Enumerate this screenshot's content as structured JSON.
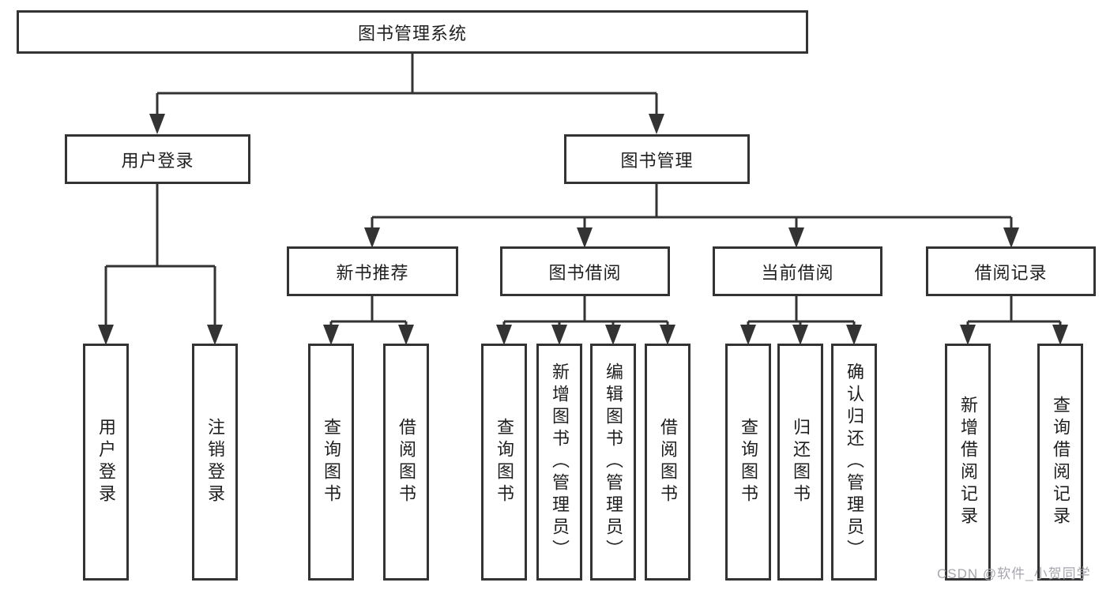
{
  "colors": {
    "background": "#ffffff",
    "line": "#333333",
    "box_border": "#333333",
    "text": "#1f1f1f",
    "watermark": "#a6a6ae"
  },
  "watermark": {
    "text": "CSDN @软件_小贺同学"
  },
  "tree": {
    "root": {
      "label": "图书管理系统",
      "children": [
        {
          "label": "用户登录",
          "children": [
            {
              "label": "用户登录"
            },
            {
              "label": "注销登录"
            }
          ]
        },
        {
          "label": "图书管理",
          "children": [
            {
              "label": "新书推荐",
              "children": [
                {
                  "label": "查询图书"
                },
                {
                  "label": "借阅图书"
                }
              ]
            },
            {
              "label": "图书借阅",
              "children": [
                {
                  "label": "查询图书"
                },
                {
                  "label": "新增图书（管理员）"
                },
                {
                  "label": "编辑图书（管理员）"
                },
                {
                  "label": "借阅图书"
                }
              ]
            },
            {
              "label": "当前借阅",
              "children": [
                {
                  "label": "查询图书"
                },
                {
                  "label": "归还图书"
                },
                {
                  "label": "确认归还（管理员）"
                }
              ]
            },
            {
              "label": "借阅记录",
              "children": [
                {
                  "label": "新增借阅记录"
                },
                {
                  "label": "查询借阅记录"
                }
              ]
            }
          ]
        }
      ]
    }
  }
}
